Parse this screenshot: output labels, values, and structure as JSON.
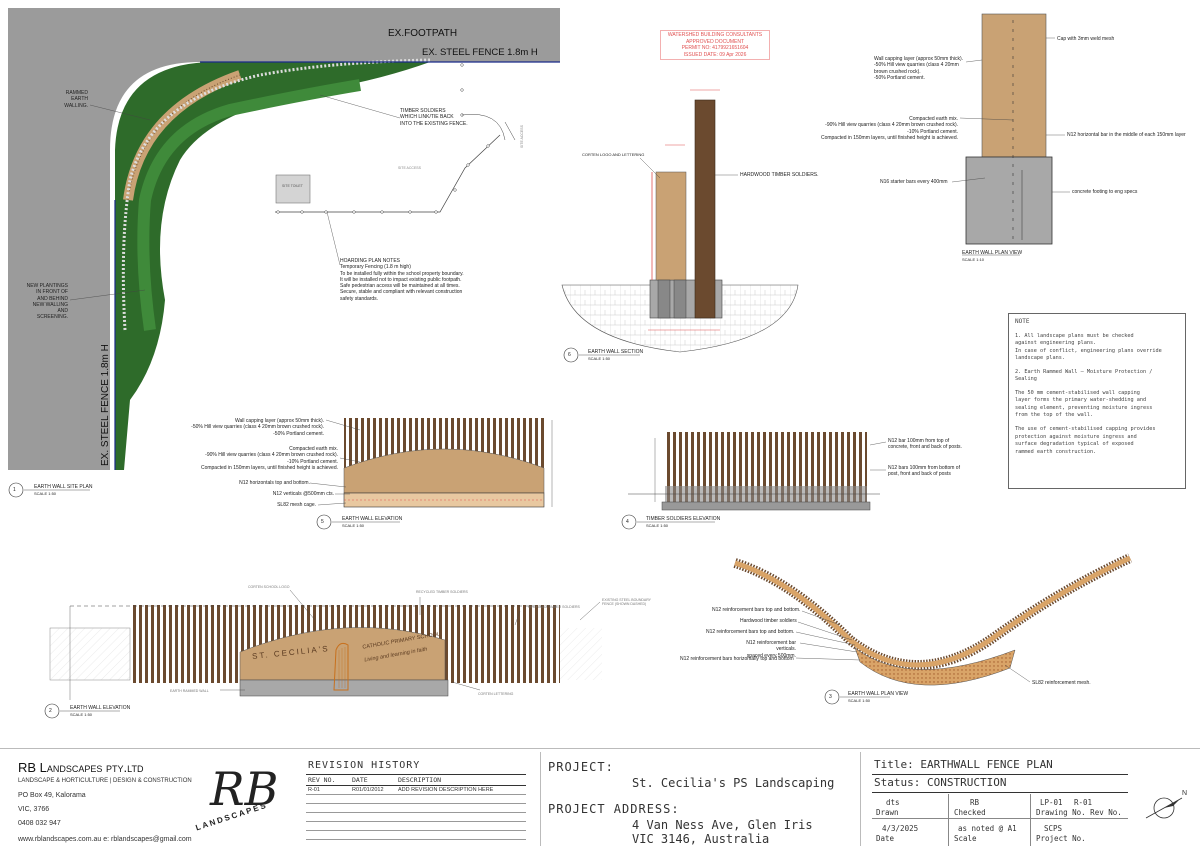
{
  "site_plan": {
    "footpath": "EX.FOOTPATH",
    "fence_top": "EX. STEEL FENCE 1.8m H",
    "fence_left": "EX. STEEL FENCE 1.8m H",
    "rammed_label": "RAMMED\nEARTH\nWALLING.",
    "timber_label": "TIMBER SOLDIERS\nWHICH LINK/TIE BACK\nINTO THE EXISTING FENCE.",
    "plantings_label": "NEW PLANTINGS\nIN FRONT OF\nAND BEHIND\nNEW WALLING\nAND\nSCREENING.",
    "site_access": "SITE ACCESS",
    "site_toilet": "SITE TOILET",
    "site_access_v": "SITE ACCESS",
    "hoarding": "HOARDING PLAN NOTES\n    Temporary Fencing (1.8 m high)\n    To be installed fully within the school property boundary.\n    It will be installed not to impact existing public footpath.\n    Safe pedestrian access will be maintained at all times.\n    Secure, stable and compliant with relevant construction\n    safety standards."
  },
  "stamp": {
    "line1": "WATERSHED BUILDING CONSULTANTS",
    "line2": "APPROVED DOCUMENT",
    "line3": "PERMIT NO: 4179921651604",
    "line4": "ISSUED DATE: 09 Apr 2026"
  },
  "section": {
    "corten": "CORTEN LOGO AND LETTERING",
    "hardwood": "HARDWOOD TIMBER SOLDIERS."
  },
  "plan_view": {
    "cap": "Cap with 3mm weld mesh",
    "capping": "Wall capping layer (approx 50mm thick).\n-50%  Hill view quarries (class 4 20mm\nbrown crushed rock).\n-50% Portland cement.",
    "compacted": "Compacted earth mix.\n-90% Hill view quarries (class 4 20mm brown crushed rock).\n-10% Portland cement.\nCompacted in 150mm layers, until finished height is achieved.",
    "n12": "N12 horizontal bar in the middle of each 150mm layer",
    "n16": "N16 starter bars every 400mm",
    "footing": "concrete footing to eng specs"
  },
  "elev5": {
    "capping": "Wall capping layer (approx 50mm thick).\n-50%  Hill view quarries (class 4 20mm brown crushed rock).\n-50% Portland cement.",
    "compacted": "Compacted earth mix.\n-90% Hill view quarries (class 4 20mm brown crushed rock).\n-10% Portland cement.\nCompacted in 150mm layers, until finished height is achieved.",
    "n12": "N12 horizontals top and bottom.",
    "verticals": "N12 verticals @500mm cts.",
    "mesh": "SL82 mesh cage."
  },
  "elev4": {
    "bar_top": "N12 bar 100mm from top of\nconcrete, front and back of posts.",
    "bar_bottom": "N12 bars 100mm from bottom of\npost, front and back of posts"
  },
  "plan3": {
    "l1": "N12 reinforcement bars top and bottom.",
    "l2": "Hardwood timber soldiers",
    "l3": "N12 reinforcement bars top and bottom.",
    "l4": "N12 reinforcement bar verticals.\nspaced every 500mm.",
    "l5": "N12 reinforcement bars horizontally top and bottom",
    "l6": "SL82 reinforcement mesh."
  },
  "elev2": {
    "corten_logo": "CORTEN SCHOOL LOGO",
    "recycled1": "RECYCLED TIMBER SOLDIERS",
    "recycled2": "RECYCLED TIMBER SOLDIERS",
    "existing": "EXISTING STEEL BOUNDARY\nFENCE (SHOWN DASHED)",
    "name_left": "ST. CECILIA'S",
    "name_right": "CATHOLIC PRIMARY SCHOOL",
    "motto": "Living and learning in faith",
    "rammed": "EARTH RAMMED WALL",
    "corten_lettering": "CORTEN LETTERING"
  },
  "callouts": [
    {
      "num": "1",
      "title": "EARTH WALL SITE PLAN",
      "scale": "SCALE 1:50"
    },
    {
      "num": "2",
      "title": "EARTH WALL ELEVATION",
      "scale": "SCALE 1:50"
    },
    {
      "num": "3",
      "title": "EARTH WALL PLAN VIEW",
      "scale": "SCALE 1:50"
    },
    {
      "num": "4",
      "title": "TIMBER SOLDIERS ELEVATION",
      "scale": "SCALE 1:50"
    },
    {
      "num": "5",
      "title": "EARTH WALL ELEVATION",
      "scale": "SCALE 1:50"
    },
    {
      "num": "6",
      "title": "EARTH WALL SECTION",
      "scale": "SCALE 1:50"
    },
    {
      "num": "",
      "title": "EARTH WALL PLAN VIEW",
      "scale": "SCALE 1:10"
    }
  ],
  "note": {
    "title": "NOTE",
    "p1": "1. All landscape plans must be checked\nagainst engineering plans.\nIn case of conflict, engineering plans override\nlandscape plans.",
    "p2": "2. Earth Rammed Wall –  Moisture Protection /\nSealing",
    "p3": "The 50 mm cement-stabilised wall capping\nlayer forms the primary water-shedding and\nsealing element, preventing moisture ingress\nfrom the top of the wall.",
    "p4": "The use of cement-stabilised capping provides\nprotection against moisture ingress and\nsurface degradation typical of exposed\nrammed earth construction."
  },
  "company": {
    "name": "RB Landscapes pty.ltd",
    "tagline": "LANDSCAPE & HORTICULTURE | DESIGN & CONSTRUCTION",
    "po": "PO Box 49, Kalorama",
    "state": "VIC, 3766",
    "phone": "0408 032 947",
    "web": "www.rblandscapes.com.au e:  rblandscapes@gmail.com",
    "logo": "RB",
    "logo_ring": "LANDSCAPES"
  },
  "revision": {
    "title": "REVISION HISTORY",
    "h_rev": "REV NO.",
    "h_date": "DATE",
    "h_desc": "DESCRIPTION",
    "rows": [
      {
        "rev": "R-01",
        "date": "R01/01/2012",
        "desc": "ADD REVISION DESCRIPTION HERE"
      }
    ]
  },
  "project": {
    "label": "PROJECT:",
    "name": "St. Cecilia's PS Landscaping",
    "addr_label": "PROJECT ADDRESS:",
    "addr1": "4 Van Ness Ave, Glen Iris",
    "addr2": "VIC 3146, Australia"
  },
  "drawing": {
    "title": "Title: EARTHWALL FENCE PLAN",
    "status": "Status:  CONSTRUCTION",
    "drawn": "dts",
    "drawn_label": "Drawn",
    "checked": "RB",
    "checked_label": "Checked",
    "drawing_no": "LP-01",
    "rev_no": "R-01",
    "no_label": "Drawing No. Rev No.",
    "date": "4/3/2025",
    "date_label": "Date",
    "scale": "as noted @ A1",
    "scale_label": "Scale",
    "project_no": "SCPS",
    "project_no_label": "Project No.",
    "north": "N"
  },
  "colors": {
    "grass": "#2e6b2a",
    "earth": "#c9a274",
    "timber": "#6b4a2f",
    "concrete": "#a8a8a8",
    "asphalt": "#9b9b9b",
    "stamp": "#e05050"
  }
}
